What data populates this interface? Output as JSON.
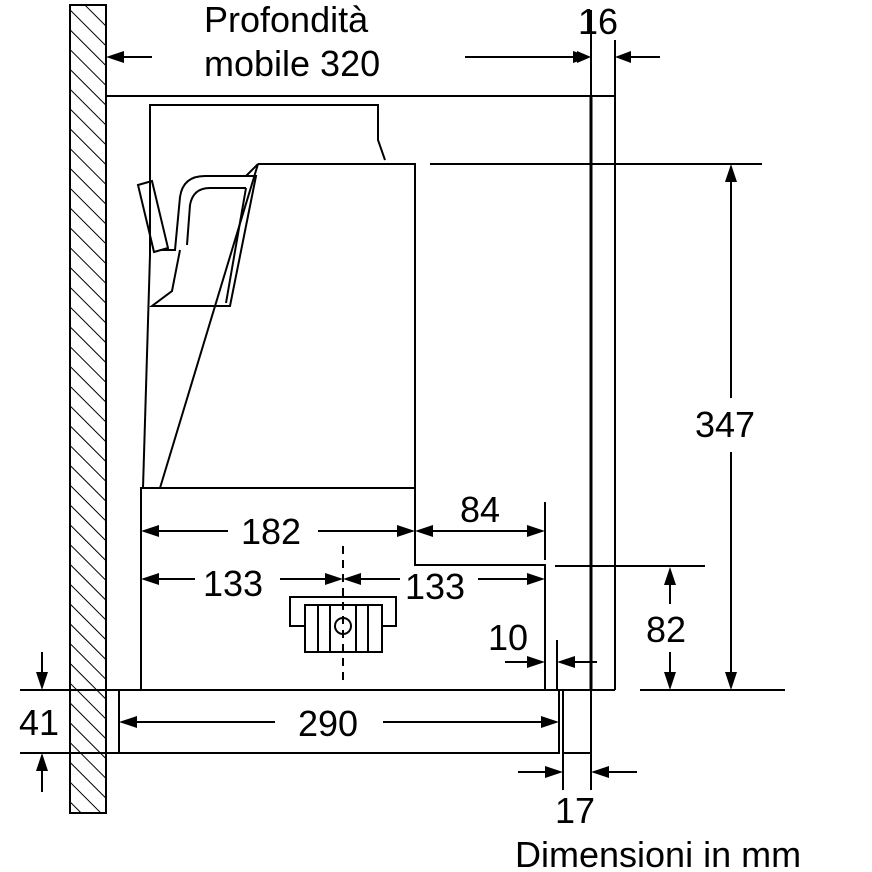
{
  "labels": {
    "depth_line1": "Profondità",
    "depth_line2": "mobile 320",
    "dim_16": "16",
    "dim_347": "347",
    "dim_182": "182",
    "dim_84": "84",
    "dim_133_left": "133",
    "dim_133_right": "133",
    "dim_82": "82",
    "dim_10": "10",
    "dim_41": "41",
    "dim_290": "290",
    "dim_17": "17",
    "units_caption": "Dimensioni in mm"
  },
  "colors": {
    "line": "#000000",
    "background": "#ffffff"
  }
}
